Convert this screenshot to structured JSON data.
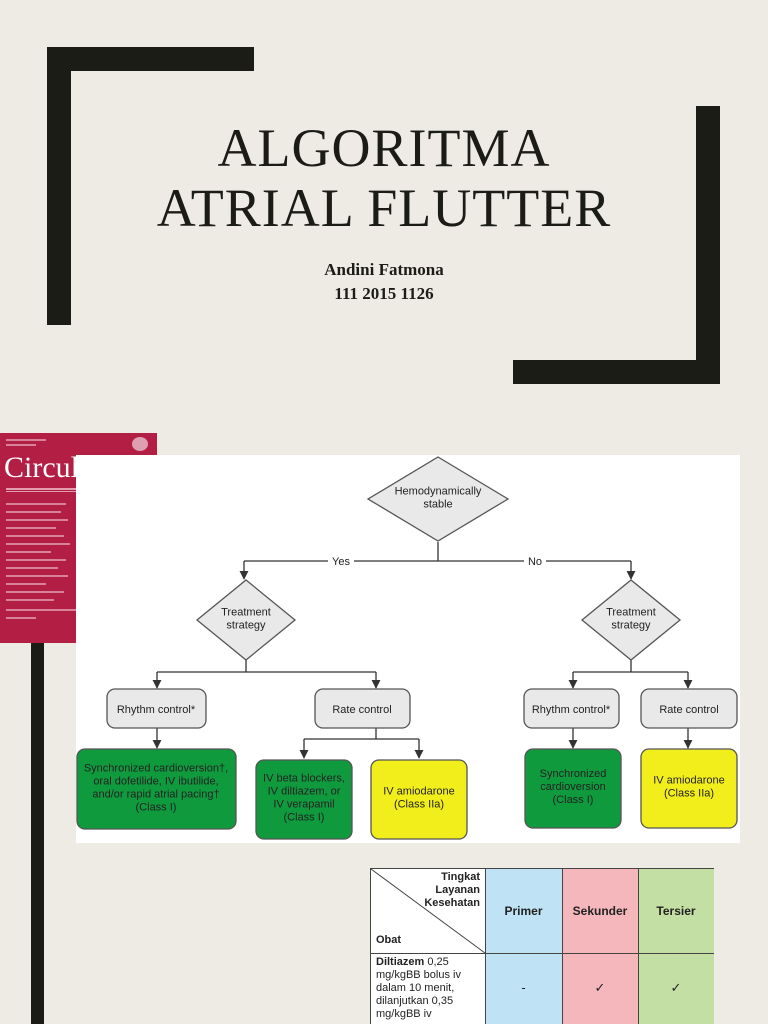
{
  "slide": {
    "title_line1": "ALGORITMA",
    "title_line2": "ATRIAL FLUTTER",
    "author": "Andini Fatmona",
    "student_id": "111 2015 1126"
  },
  "journal_cover": {
    "name": "Circulation"
  },
  "flowchart": {
    "root": "Hemodynamically\nstable",
    "yes_label": "Yes",
    "no_label": "No",
    "left_strategy": "Treatment\nstrategy",
    "right_strategy": "Treatment\nstrategy",
    "left_rhythm": "Rhythm control*",
    "left_rate": "Rate control",
    "right_rhythm": "Rhythm control*",
    "right_rate": "Rate control",
    "box_sync_left": "Synchronized cardioversion†,\noral dofetilide, IV ibutilide,\nand/or rapid atrial pacing†\n(Class I)",
    "box_beta": "IV beta blockers,\nIV diltiazem, or\nIV verapamil\n(Class I)",
    "box_amio_left": "IV amiodarone\n(Class IIa)",
    "box_sync_right": "Synchronized\ncardioversion\n(Class I)",
    "box_amio_right": "IV amiodarone\n(Class IIa)",
    "colors": {
      "green": "#0f9a3e",
      "yellow": "#f2ee1c",
      "grey": "#e9e9e9"
    }
  },
  "service_table": {
    "header_diag_top": "Tingkat Layanan\nKesehatan",
    "header_diag_bottom": "Obat",
    "col_primer": "Primer",
    "col_sekunder": "Sekunder",
    "col_tersier": "Tersier",
    "row1_drug_bold": "Diltiazem",
    "row1_drug_rest": " 0,25\nmg/kgBB bolus iv\ndalam 10 menit,\ndilanjutkan 0,35\nmg/kgBB iv",
    "row1_primer": "-",
    "row1_sekunder": "✓",
    "row1_tersier": "✓",
    "colors": {
      "primer": "#bfe3f5",
      "sekunder": "#f5b7bb",
      "tersier": "#c4dfa3"
    }
  }
}
